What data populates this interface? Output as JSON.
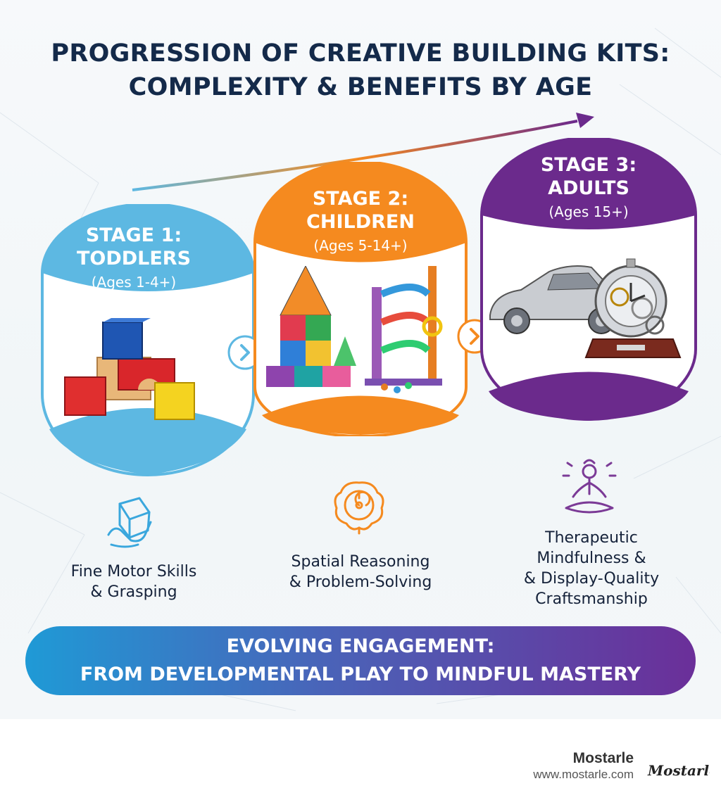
{
  "title": {
    "line1": "PROGRESSION OF CREATIVE BUILDING KITS:",
    "line2": "COMPLEXITY & BENEFITS BY AGE"
  },
  "stages": [
    {
      "line1": "STAGE 1:",
      "line2": "TODDLERS",
      "ages": "(Ages 1-4+)",
      "color": "#5db8e2",
      "illustration": "wooden-blocks",
      "benefit_icon": "hand-grasping-cube-icon",
      "benefit_lines": [
        "Fine Motor Skills",
        "& Grasping"
      ]
    },
    {
      "line1": "STAGE 2:",
      "line2": "CHILDREN",
      "ages": "(Ages 5-14+)",
      "color": "#f58a1f",
      "illustration": "magnetic-tiles-and-marble-run",
      "benefit_icon": "brain-maze-icon",
      "benefit_lines": [
        "Spatial Reasoning",
        "& Problem-Solving"
      ]
    },
    {
      "line1": "STAGE 3:",
      "line2": "ADULTS",
      "ages": "(Ages 15+)",
      "color": "#6b2a8c",
      "illustration": "metal-car-and-clock-models",
      "benefit_icon": "meditation-figure-icon",
      "benefit_lines": [
        "Therapeutic",
        "Mindfulness &",
        "& Display-Quality",
        "Craftsmanship"
      ]
    }
  ],
  "progress_arrow_colors": [
    "#5db8e2",
    "#f58a1f",
    "#6b2a8c"
  ],
  "banner": {
    "line1": "EVOLVING ENGAGEMENT:",
    "line2": "FROM DEVELOPMENTAL PLAY TO MINDFUL MASTERY"
  },
  "brand": {
    "name": "Mostarle",
    "url": "www.mostarle.com",
    "logo_text": "Mostarle"
  }
}
